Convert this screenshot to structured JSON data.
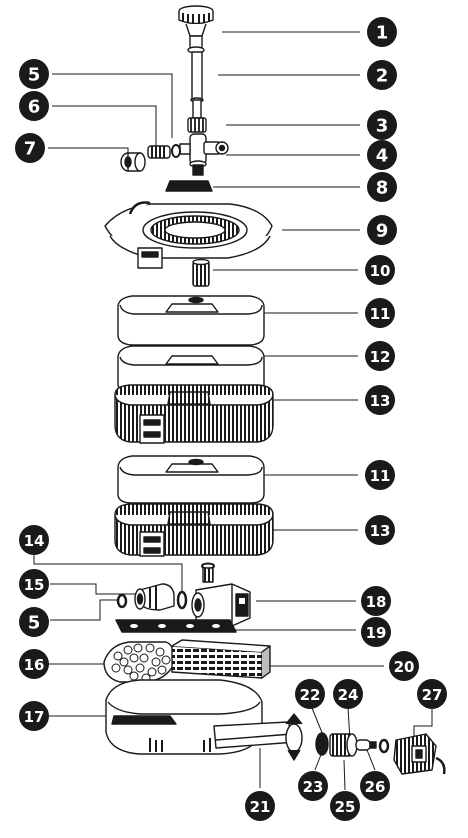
{
  "callouts": [
    {
      "label": "1"
    },
    {
      "label": "2"
    },
    {
      "label": "3"
    },
    {
      "label": "4"
    },
    {
      "label": "5"
    },
    {
      "label": "6"
    },
    {
      "label": "7"
    },
    {
      "label": "8"
    },
    {
      "label": "9"
    },
    {
      "label": "10"
    },
    {
      "label": "11"
    },
    {
      "label": "12"
    },
    {
      "label": "13"
    },
    {
      "label": "11"
    },
    {
      "label": "13"
    },
    {
      "label": "14"
    },
    {
      "label": "15"
    },
    {
      "label": "5"
    },
    {
      "label": "18"
    },
    {
      "label": "19"
    },
    {
      "label": "16"
    },
    {
      "label": "20"
    },
    {
      "label": "17"
    },
    {
      "label": "22"
    },
    {
      "label": "24"
    },
    {
      "label": "27"
    },
    {
      "label": "23"
    },
    {
      "label": "25"
    },
    {
      "label": "26"
    },
    {
      "label": "21"
    }
  ],
  "colors": {
    "ink": "#1a1a1a",
    "badge": "#1a1a1a",
    "fill": "#ffffff",
    "shade": "#bdbdbd"
  }
}
